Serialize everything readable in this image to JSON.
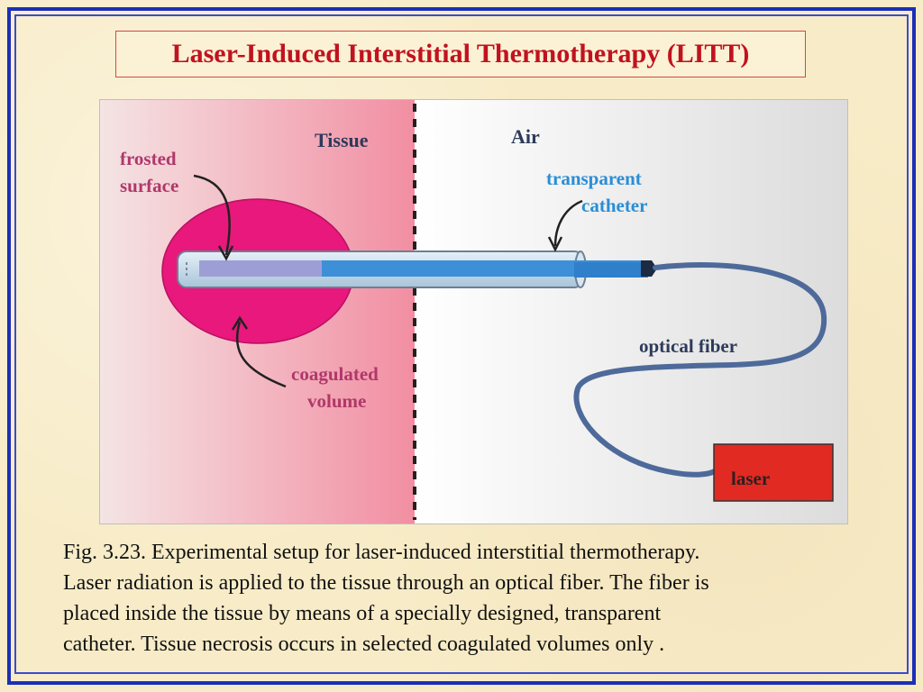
{
  "slide": {
    "title": "Laser-Induced Interstitial Thermotherapy (LITT)"
  },
  "figure": {
    "labels": {
      "tissue": "Tissue",
      "air": "Air",
      "frosted_surface": [
        "frosted",
        "surface"
      ],
      "transparent_catheter": [
        "transparent",
        "catheter"
      ],
      "optical_fiber": "optical fiber",
      "coagulated_volume": [
        "coagulated",
        "volume"
      ],
      "laser": "laser"
    },
    "colors": {
      "tissue_gradient_light": "#f7e6e6",
      "tissue_gradient_dark": "#f08ca0",
      "coagulated": "#e8187c",
      "catheter": "#c9dcea",
      "fiber_core": "#3d8fd8",
      "fiber_cable": "#4d6a9a",
      "laser_box": "#e02a22",
      "label_magenta": "#b0386a",
      "label_blue": "#2a8ed6",
      "label_dark": "#2d3a5a"
    }
  },
  "caption": {
    "lines": [
      "Fig. 3.23. Experimental setup for laser-induced interstitial thermotherapy.",
      "Laser radiation is applied to the tissue through an optical fiber. The fiber is",
      "placed inside the tissue by means of a specially designed, transparent",
      "catheter. Tissue necrosis occurs in selected coagulated volumes only ."
    ]
  }
}
